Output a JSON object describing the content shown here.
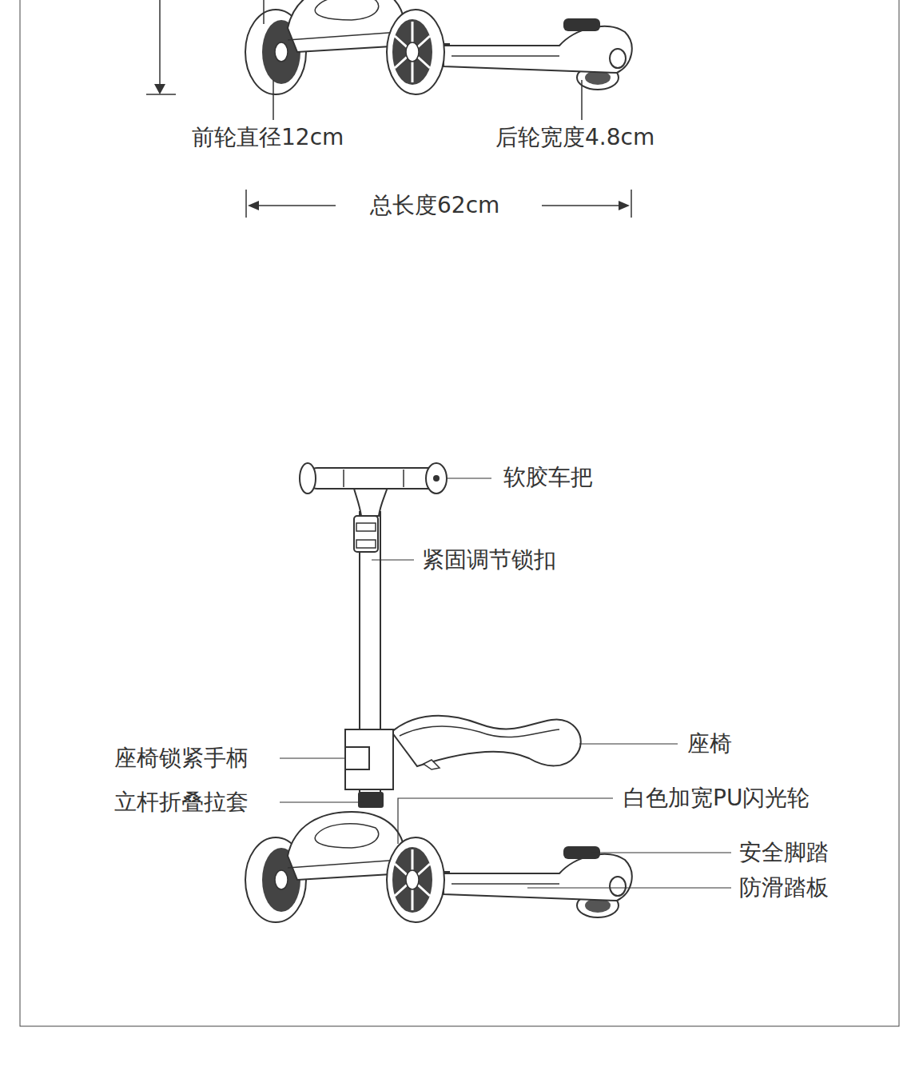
{
  "diagram": {
    "labels": [
      "前轮直径12cm",
      "后轮宽度4.8cm",
      "总长度62cm",
      "软胶车把",
      "紧固调节锁扣",
      "座椅锁紧手柄",
      "立杆折叠拉套",
      "座椅",
      "白色加宽PU闪光轮",
      "安全脚踏",
      "防滑踏板"
    ]
  }
}
